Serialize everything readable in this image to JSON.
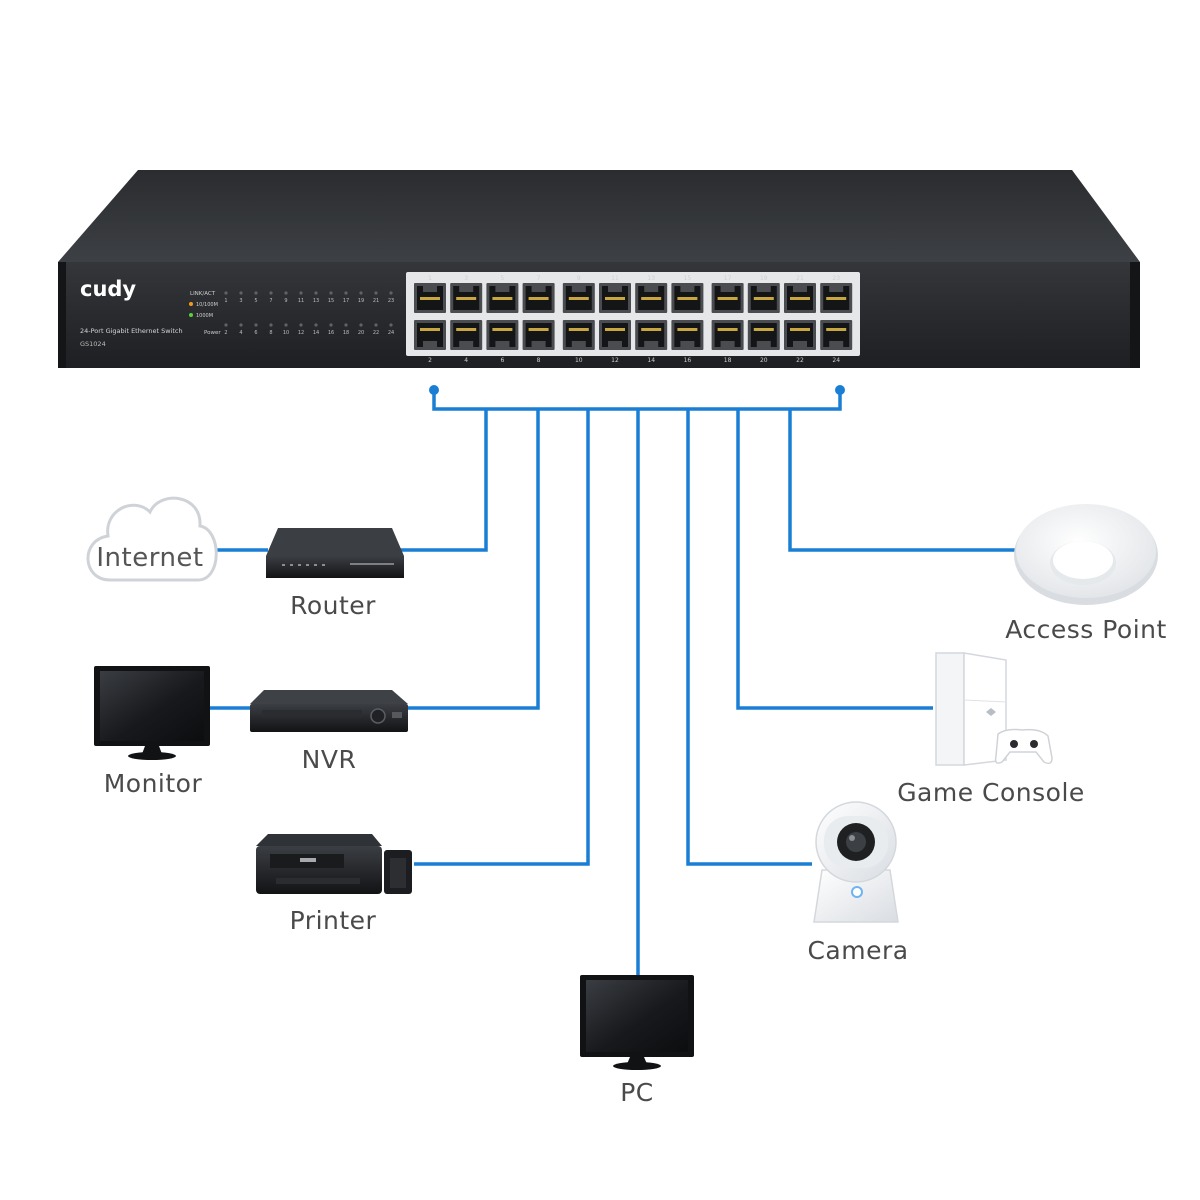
{
  "switch": {
    "brand": "cudy",
    "product_name": "24-Port Gigabit Ethernet Switch",
    "model": "GS1024",
    "led_legend": {
      "title": "LINK/ACT",
      "speed_low": "10/100M",
      "speed_high": "1000M",
      "power": "Power"
    },
    "top_port_numbers": [
      "1",
      "3",
      "5",
      "7",
      "9",
      "11",
      "13",
      "15",
      "17",
      "19",
      "21",
      "23"
    ],
    "bottom_port_numbers": [
      "2",
      "4",
      "6",
      "8",
      "10",
      "12",
      "14",
      "16",
      "18",
      "20",
      "22",
      "24"
    ],
    "led_numbers_odd": [
      "1",
      "3",
      "5",
      "7",
      "9",
      "11",
      "13",
      "15",
      "17",
      "19",
      "21",
      "23"
    ],
    "led_numbers_even": [
      "2",
      "4",
      "6",
      "8",
      "10",
      "12",
      "14",
      "16",
      "18",
      "20",
      "22",
      "24"
    ]
  },
  "devices": {
    "internet": "Internet",
    "router": "Router",
    "monitor": "Monitor",
    "nvr": "NVR",
    "printer": "Printer",
    "pc": "PC",
    "camera": "Camera",
    "game_console": "Game Console",
    "access_point": "Access Point"
  },
  "colors": {
    "cable": "#1a7fd4",
    "switch_body": "#2b2d30",
    "label_text": "#4a4a4a",
    "led_orange": "#f39a1e",
    "led_green": "#5ad13a"
  }
}
